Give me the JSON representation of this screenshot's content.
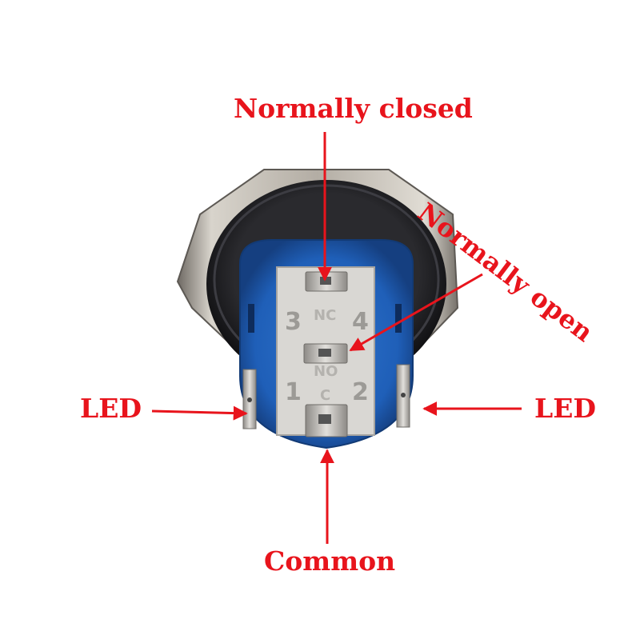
{
  "photo": {
    "subject": "push button switch rear view",
    "colors": {
      "metal": "#a9a49c",
      "ring": "#1b1b1e",
      "base": "#1f5fb8",
      "insert": "#d9d7d3",
      "terminal": "#b8b6b2",
      "arrow": "#e8141c"
    },
    "terminal_numbers": [
      "3",
      "4",
      "1",
      "2"
    ],
    "terminal_marks": [
      "NC",
      "NO",
      "C"
    ]
  },
  "labels": {
    "normally_closed": "Normally closed",
    "normally_open": "Normally open",
    "led_left": "LED",
    "led_right": "LED",
    "common": "Common"
  }
}
